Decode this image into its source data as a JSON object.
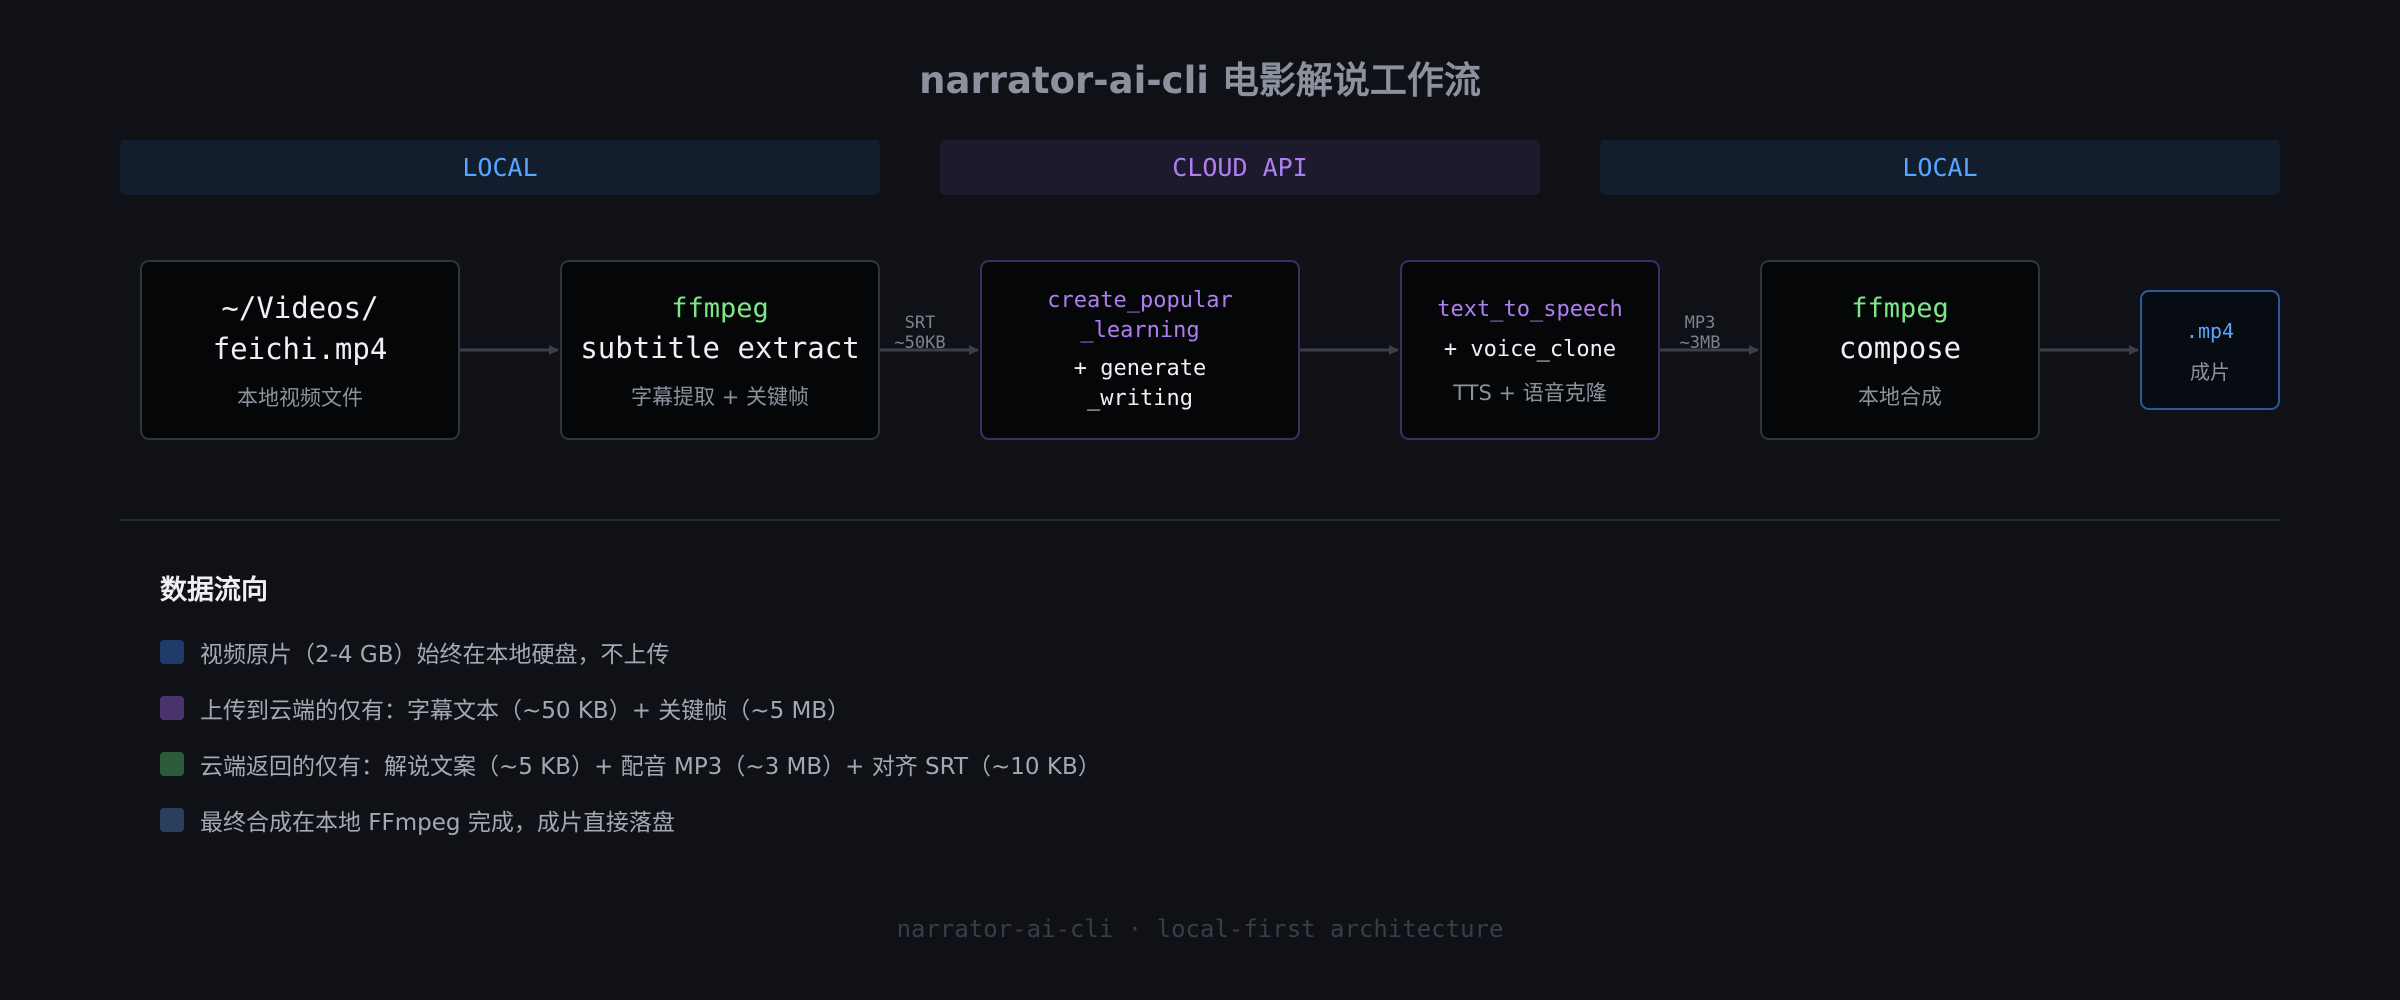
{
  "title": "narrator-ai-cli 电影解说工作流",
  "zones": {
    "local_left": "LOCAL",
    "cloud": "CLOUD API",
    "local_right": "LOCAL"
  },
  "nodes": {
    "source": {
      "line1": "~/Videos/",
      "line2": "feichi.mp4",
      "sub": "本地视频文件"
    },
    "extract": {
      "tool": "ffmpeg",
      "line2": "subtitle extract",
      "sub": "字幕提取 + 关键帧"
    },
    "writing": {
      "line1": "create_popular",
      "line2": "_learning",
      "line3": "+ generate",
      "line4": "_writing"
    },
    "tts": {
      "line1": "text_to_speech",
      "line2": "+ voice_clone",
      "sub": "TTS + 语音克隆"
    },
    "compose": {
      "tool": "ffmpeg",
      "line2": "compose",
      "sub": "本地合成"
    },
    "output": {
      "line1": ".mp4",
      "sub": "成片"
    }
  },
  "edges": {
    "srt": {
      "line1": "SRT",
      "line2": "~50KB"
    },
    "mp3": {
      "line1": "MP3",
      "line2": "~3MB"
    }
  },
  "dataflow": {
    "title": "数据流向",
    "items": [
      {
        "text": "视频原片（2-4 GB）始终在本地硬盘，不上传",
        "color": "#1e3a66"
      },
      {
        "text": "上传到云端的仅有：字幕文本（~50 KB）+ 关键帧（~5 MB）",
        "color": "#48336e"
      },
      {
        "text": "云端返回的仅有：解说文案（~5 KB）+ 配音 MP3（~3 MB）+ 对齐 SRT（~10 KB）",
        "color": "#2d5a37"
      },
      {
        "text": "最终合成在本地 FFmpeg 完成，成片直接落盘",
        "color": "#283f5e"
      }
    ]
  },
  "footer": "narrator-ai-cli · local-first architecture",
  "colors": {
    "local_accent": "#58a6ff",
    "cloud_accent": "#b07ef0",
    "tool_green": "#7ee787",
    "background": "#0f1117"
  }
}
